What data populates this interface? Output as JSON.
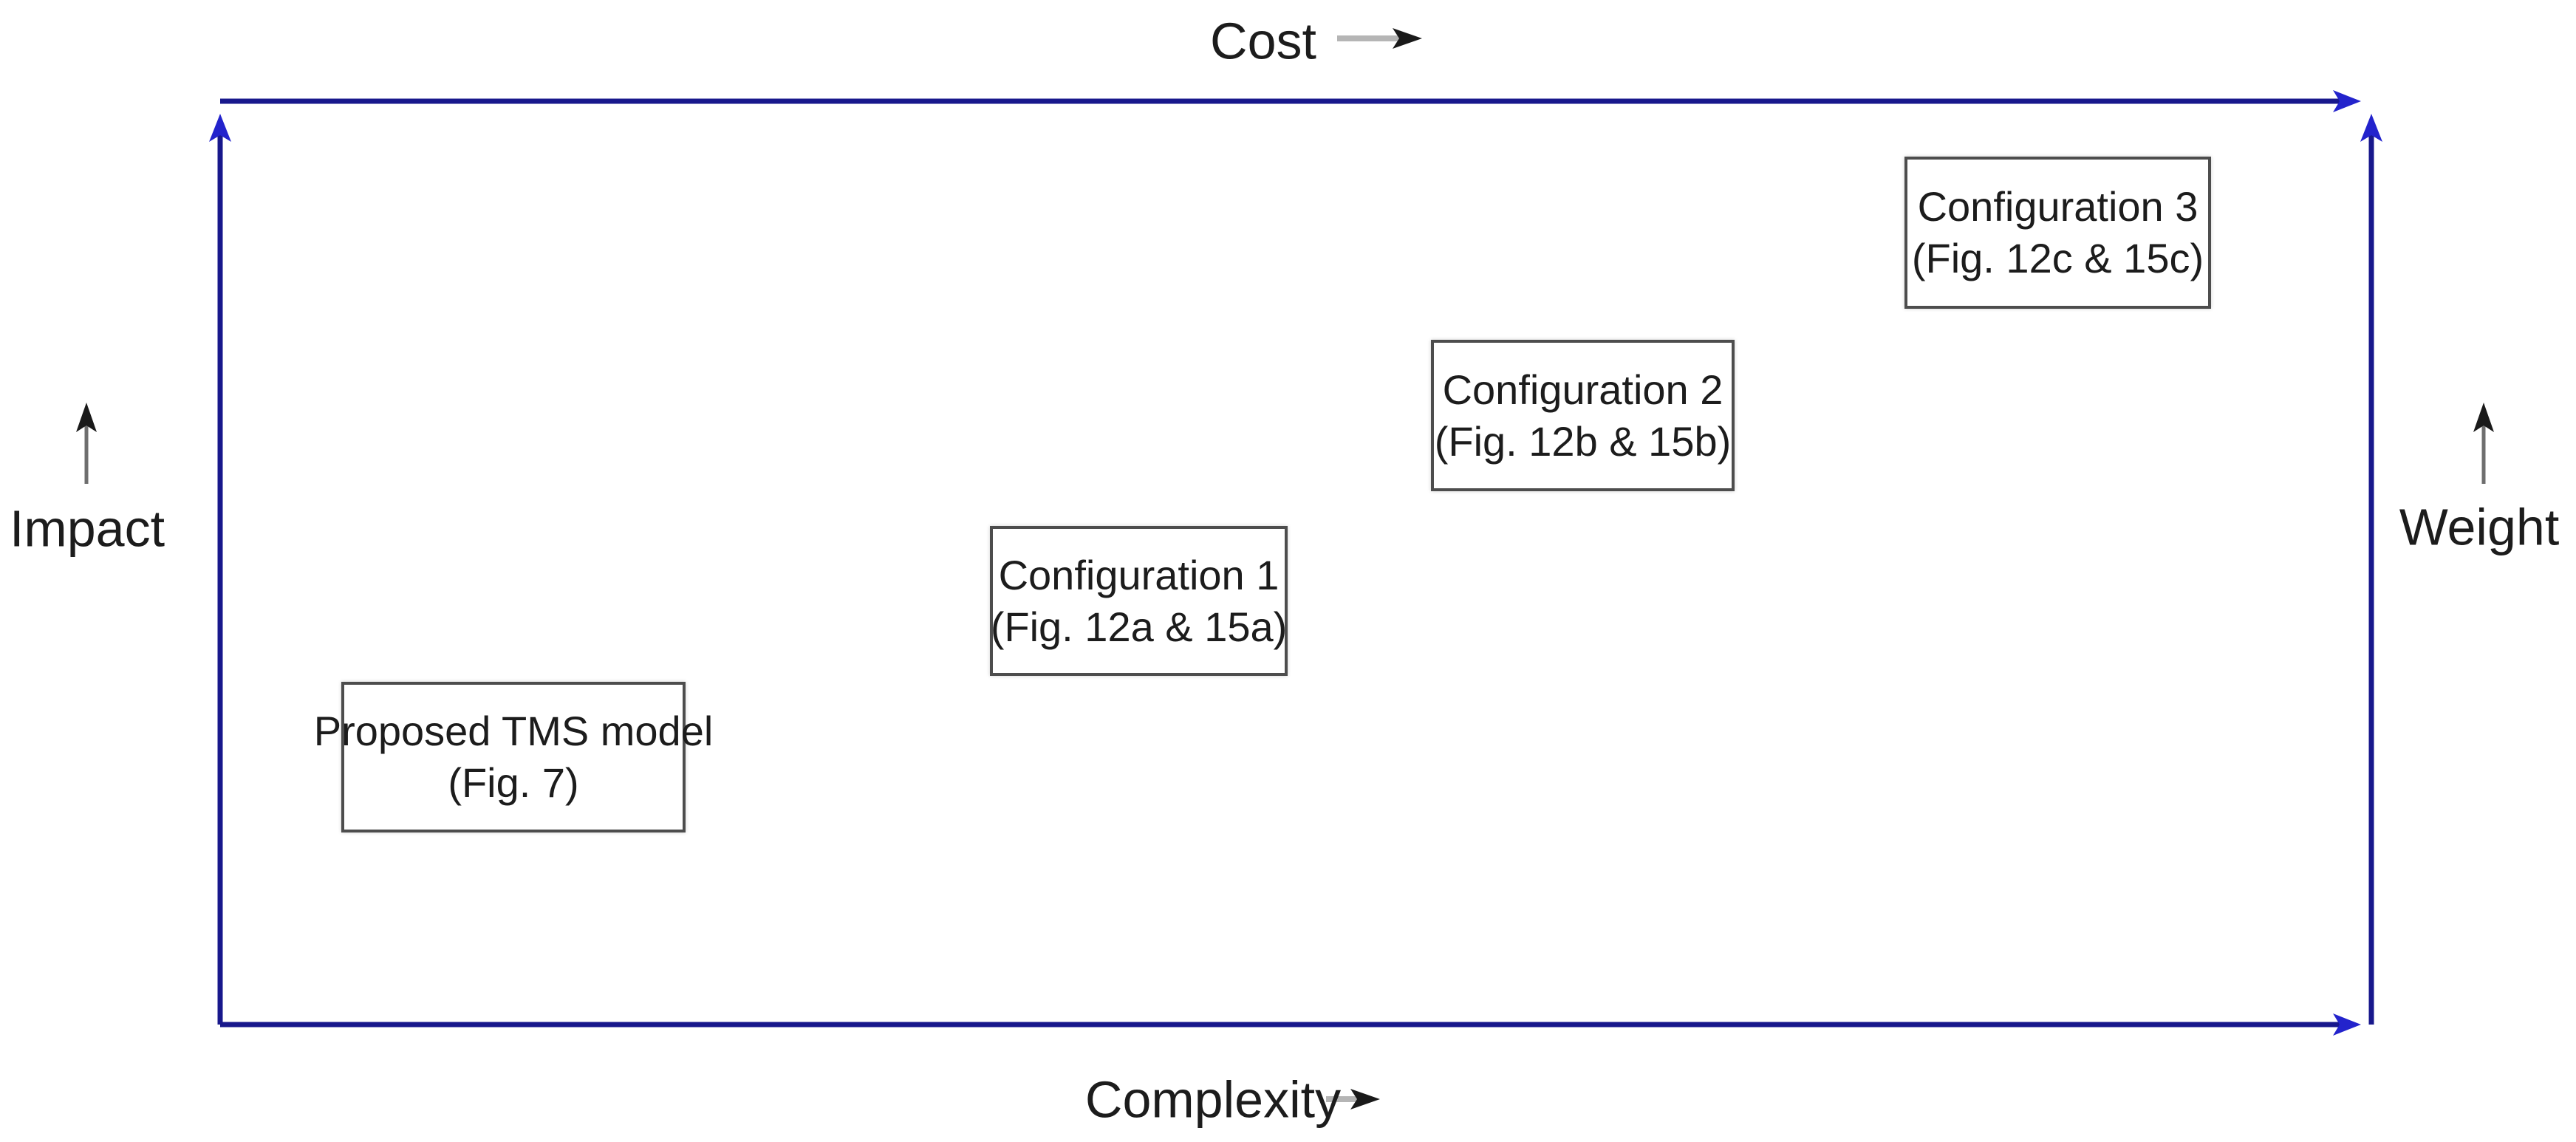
{
  "figure": {
    "type": "qualitative-positioning-diagram",
    "axis_labels": {
      "top": "Cost",
      "bottom": "Complexity",
      "left": "Impact",
      "right": "Weight"
    },
    "nodes": [
      {
        "title": "Proposed TMS model",
        "subtitle": "(Fig. 7)"
      },
      {
        "title": "Configuration 1",
        "subtitle": "(Fig. 12a & 15a)"
      },
      {
        "title": "Configuration 2",
        "subtitle": "(Fig. 12b & 15b)"
      },
      {
        "title": "Configuration 3",
        "subtitle": "(Fig. 12c & 15c)"
      }
    ],
    "colors": {
      "background": "#ffffff",
      "frame": "#18188c",
      "frame_arrowhead": "#2323cc",
      "label_arrow_shaft": "#b5b5b5",
      "label_arrow_shaft_dark": "#6e6e6e",
      "label_arrow_head": "#1a1a1a",
      "node_border": "#4d4d4d",
      "text": "#1c1c1c"
    }
  }
}
